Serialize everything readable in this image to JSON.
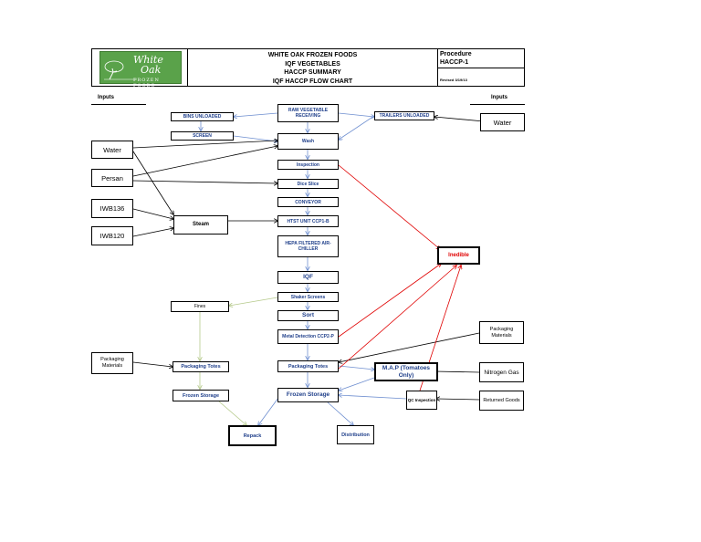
{
  "header": {
    "title_lines": [
      "WHITE OAK FROZEN FOODS",
      "IQF VEGETABLES",
      "HACCP SUMMARY",
      "IQF HACCP FLOW CHART"
    ],
    "procedure_label": "Procedure",
    "procedure_code": "HACCP-1",
    "revised": "Revised 3/19/13",
    "logo": {
      "word1": "White",
      "word2": "Oak",
      "tagline": "FROZEN FOODS"
    }
  },
  "labels": {
    "inputs_left": "Inputs",
    "inputs_right": "Inputs"
  },
  "nodes": {
    "raw_receiving": "RAW VEGETABLE RECEIVING",
    "bins_unloaded": "BINS UNLOADED",
    "trailers_unloaded": "TRAILERS UNLOADED",
    "water_right": "Water",
    "screen": "SCREEN",
    "wash": "Wash",
    "water_left": "Water",
    "persan": "Persan",
    "inspection": "Inspection",
    "dice_slice": "Dice Slice",
    "iwb136": "IWB136",
    "conveyor": "CONVEYOR",
    "steam": "Steam",
    "htst": "HTST UNIT  CCP1-B",
    "iwb120": "IWB120",
    "hepa": "HEPA FILTERED AIR-CHILLER",
    "inedible": "Inedible",
    "iqf": "IQF",
    "shaker": "Shaker Screens",
    "fines": "Fines",
    "sort": "Sort",
    "packaging_materials_right": "Packaging Materials",
    "metal_detection": "Metal Detection CCP2-P",
    "packaging_materials_left": "Packaging Materials",
    "packaging_totes_left": "Packaging Totes",
    "packaging_totes": "Packaging Totes",
    "map": "M.A.P (Tomatoes Only)",
    "nitrogen": "Nitrogen Gas",
    "frozen_storage_left": "Frozen Storage",
    "frozen_storage": "Frozen Storage",
    "qc_inspection": "QC Inspection",
    "returned_goods": "Returned Goods",
    "repack": "Repack",
    "distribution": "Distribution"
  },
  "colors": {
    "blue_text": "#1f3f8a",
    "blue_arrow": "#6f8fd0",
    "red": "#e00000",
    "green_arrow": "#b5c98a",
    "logo_green": "#5aa24a"
  }
}
